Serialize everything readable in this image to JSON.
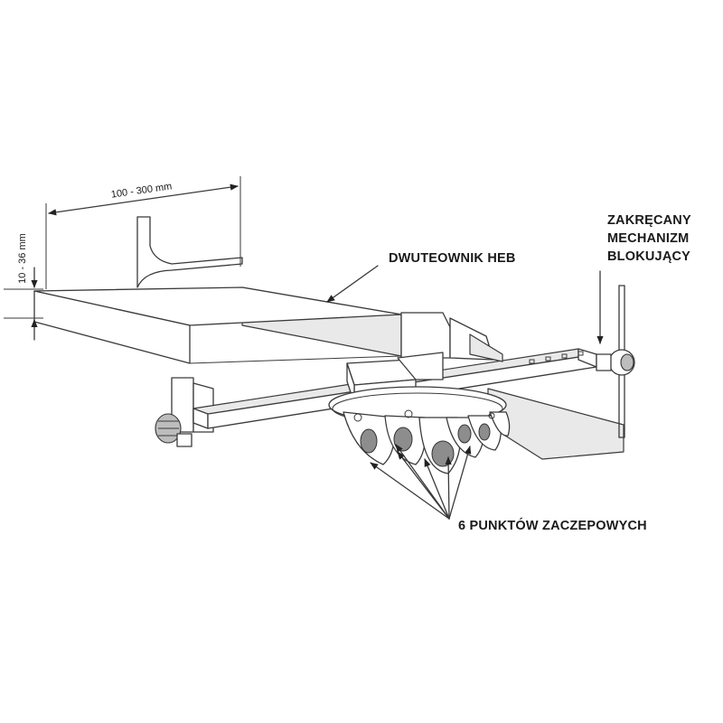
{
  "labels": {
    "width_dimension": "100 - 300 mm",
    "flange_dimension": "10 - 36 mm",
    "beam": "DWUTEOWNIK HEB",
    "lock_line1": "ZAKRĘCANY",
    "lock_line2": "MECHANIZM",
    "lock_line3": "BLOKUJĄCY",
    "points": "6 PUNKTÓW ZACZEPOWYCH"
  }
}
